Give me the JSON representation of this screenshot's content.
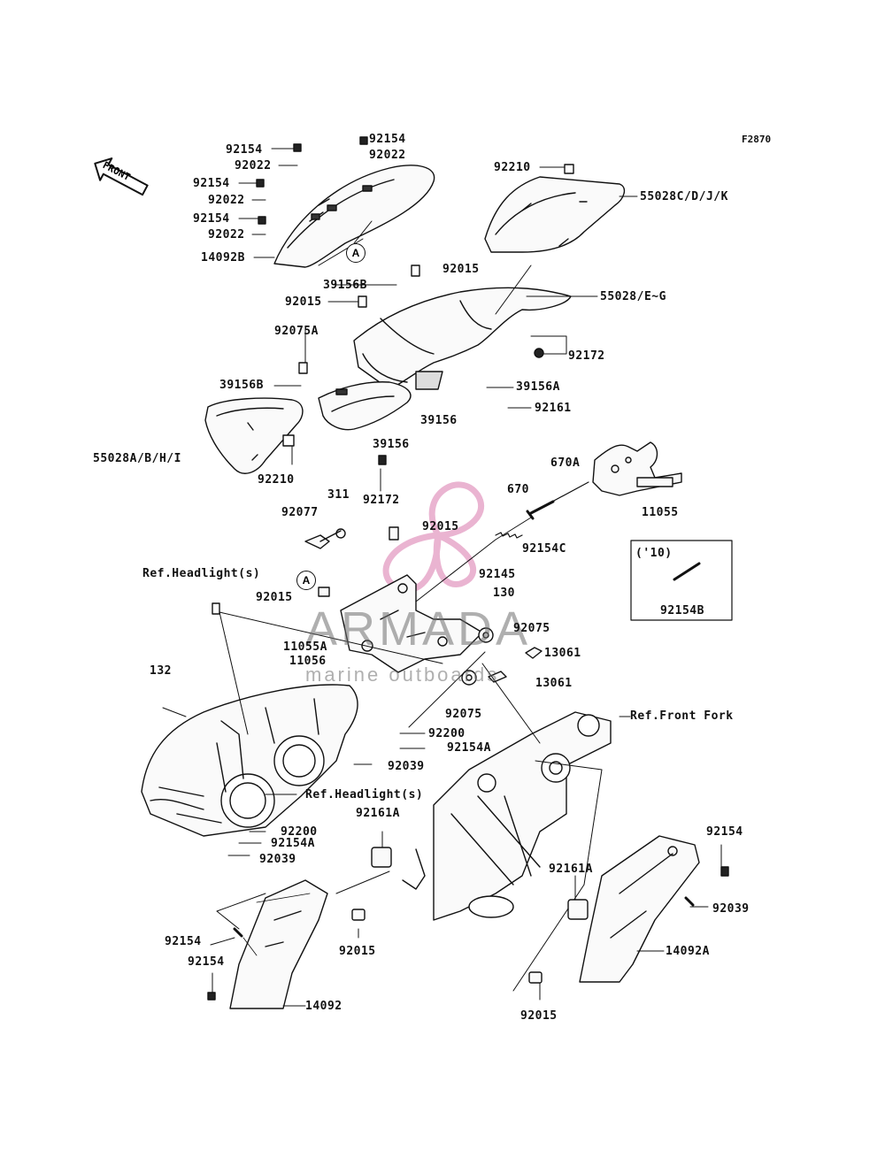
{
  "figure_code": "F2870",
  "front_label": "FRONT",
  "callout_letter": "A",
  "watermark": {
    "title": "ARMADA",
    "subtitle": "marine outboards",
    "logo_color": "#e39bc2"
  },
  "labels": {
    "l01": "92154",
    "l02": "92154",
    "l03": "92022",
    "l04": "92022",
    "l05": "92154",
    "l06": "92022",
    "l07": "92154",
    "l08": "92022",
    "l09": "14092B",
    "l10": "92210",
    "l11": "55028C/D/J/K",
    "l12": "92015",
    "l13": "39156B",
    "l14": "55028/E~G",
    "l15": "92015",
    "l16": "92075A",
    "l17": "92172",
    "l18": "39156B",
    "l19": "39156A",
    "l20": "39156",
    "l21": "92161",
    "l22": "39156",
    "l23": "55028A/B/H/I",
    "l24": "92210",
    "l25": "670A",
    "l26": "92172",
    "l27": "311",
    "l28": "670",
    "l29": "11055",
    "l30": "92077",
    "l31": "92015",
    "l32": "92154C",
    "l33": "('10)",
    "l34": "92145",
    "l35": "Ref.Headlight(s)",
    "l36": "92015",
    "l37": "130",
    "l38": "92154B",
    "l39": "92075",
    "l40": "11055A",
    "l41": "11056",
    "l42": "13061",
    "l43": "13061",
    "l44": "132",
    "l45": "92075",
    "l46": "Ref.Front Fork",
    "l47": "92200",
    "l48": "92154A",
    "l49": "92039",
    "l50": "Ref.Headlight(s)",
    "l51": "92161A",
    "l52": "92200",
    "l53": "92154A",
    "l54": "92154",
    "l55": "92039",
    "l56": "92161A",
    "l57": "92039",
    "l58": "92015",
    "l59": "92154",
    "l60": "14092A",
    "l61": "14092",
    "l62": "92015"
  }
}
